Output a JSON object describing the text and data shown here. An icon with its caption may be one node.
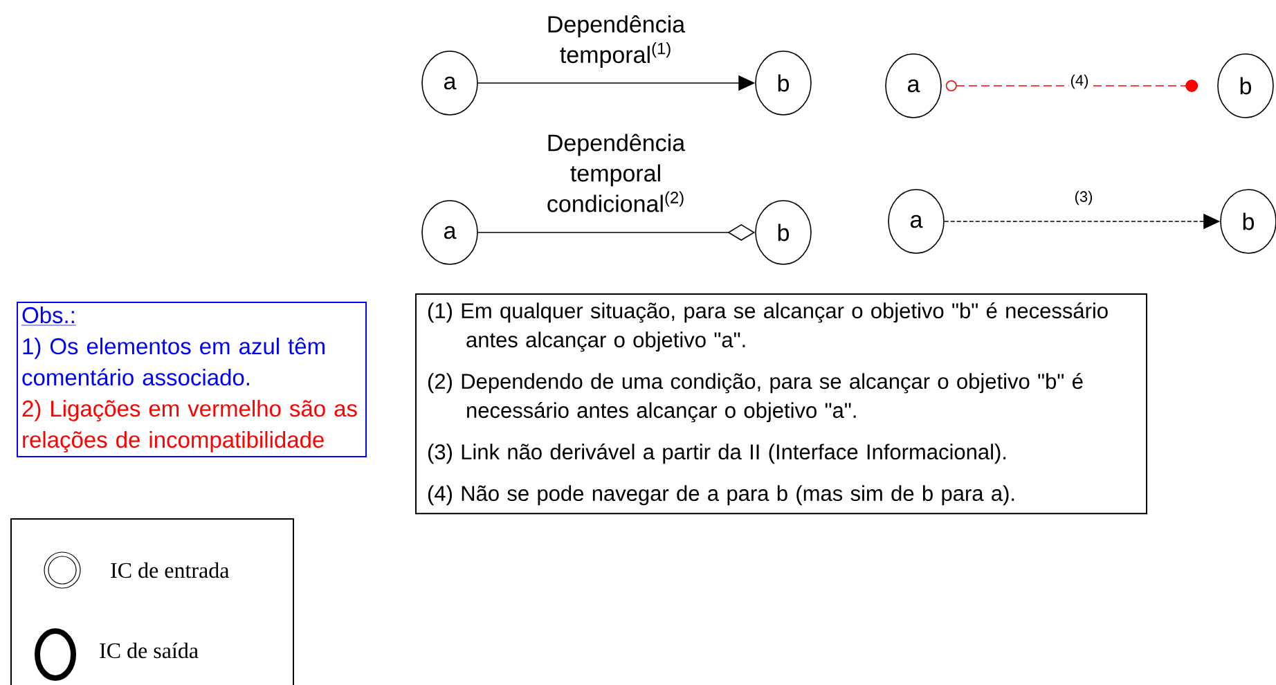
{
  "diagram": {
    "nodes": [
      {
        "text": [
          "a"
        ]
      },
      {
        "text": [
          "b"
        ]
      },
      {
        "text": [
          "a"
        ]
      },
      {
        "text": [
          "b"
        ]
      },
      {
        "text": [
          "a"
        ]
      },
      {
        "text": [
          "b"
        ]
      },
      {
        "text": [
          "a"
        ]
      },
      {
        "text": [
          "b"
        ]
      },
      {
        "text": [
          "Obs.:",
          "1) Os elementos em azul têm comentário associado.",
          "2) Ligações em vermelho são as relações de incompatibilidade"
        ]
      },
      {
        "text": [
          "(1) Em qualquer situação, para se alcançar o objetivo \"b\" é necessário antes alcançar o objetivo \"a\".",
          "(2) Dependendo de uma condição, para se alcançar o objetivo \"b\" é necessário antes alcançar o objetivo \"a\".",
          "(3) Link não derivável a partir da II (Interface Informacional).",
          "(4) Não se pode navegar de a para b (mas sim de b para a)."
        ]
      }
    ],
    "edges": [
      {
        "from": 0,
        "to": 1,
        "arrow": "to",
        "label": "Dependência temporal$^{(1)}$"
      },
      {
        "from": 2,
        "to": 3,
        "arrow": "other",
        "label": "Dependência temporal condicional$^{(2)}$"
      },
      {
        "from": 4,
        "to": 5,
        "arrow": "other",
        "label": "(4)",
        "style": "dashed",
        "color": "#ff0000"
      },
      {
        "from": 6,
        "to": 7,
        "arrow": "to",
        "label": "(3)",
        "style": "dashed"
      }
    ],
    "legend": [
      {
        "text": "IC de entrada"
      },
      {
        "text": "IC de saída"
      }
    ]
  }
}
